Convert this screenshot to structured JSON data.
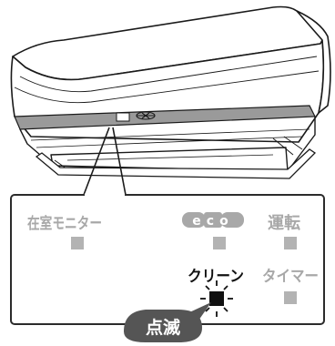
{
  "panel": {
    "indicators": [
      {
        "id": "occupancy",
        "label": "在室モニター",
        "state": "off",
        "color": "#b3b3b3"
      },
      {
        "id": "eco",
        "label": "eco",
        "state": "off",
        "color": "#b3b3b3"
      },
      {
        "id": "run",
        "label": "運転",
        "state": "off",
        "color": "#b3b3b3"
      },
      {
        "id": "clean",
        "label": "クリーン",
        "state": "blinking",
        "color": "#111111"
      },
      {
        "id": "timer",
        "label": "タイマー",
        "state": "off",
        "color": "#b3b3b3"
      }
    ],
    "blink_badge": {
      "label": "点滅",
      "color": "#555555",
      "text_color": "#ffffff"
    }
  },
  "colors": {
    "outline": "#1a1a1a",
    "body_fill": "#ffffff",
    "grille_band": "#9a9a9a",
    "panel_border": "#2b2b2b",
    "inactive_text": "#a8a8a8",
    "active_text": "#111111"
  }
}
